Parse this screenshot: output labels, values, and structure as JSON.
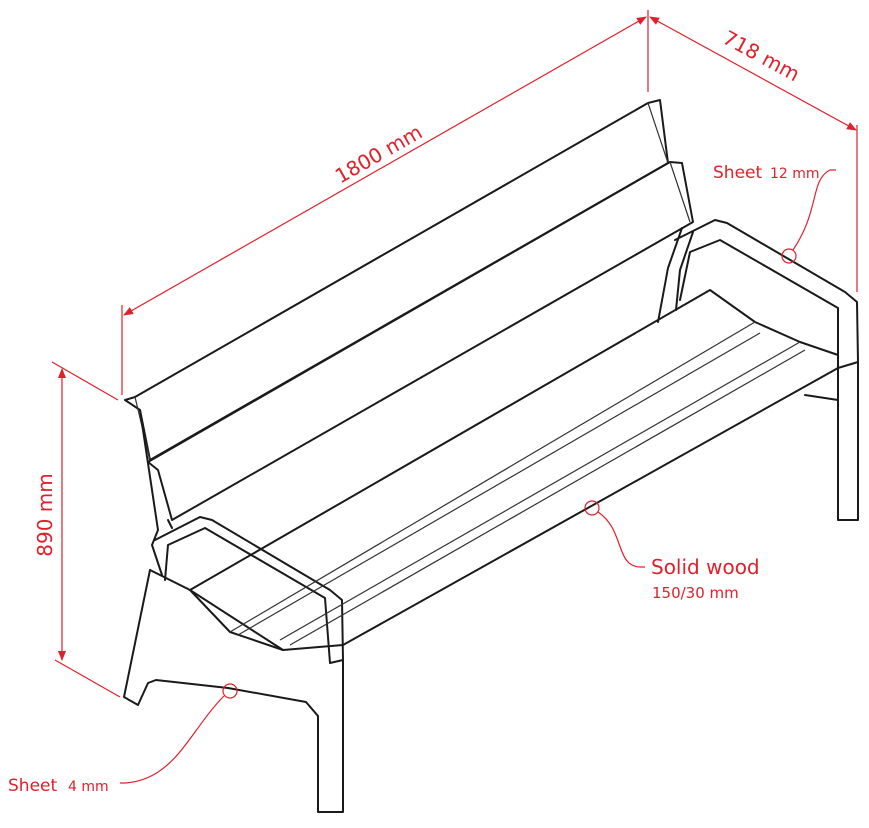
{
  "title": "Bench dimension drawing",
  "colors": {
    "annotation": "#e0202a",
    "outline": "#1a1a1a"
  },
  "dimensions": {
    "length": "1800 mm",
    "depth": "718 mm",
    "height": "890 mm"
  },
  "callouts": {
    "armrest": {
      "label": "Sheet",
      "value": "12 mm"
    },
    "seat": {
      "label": "Solid wood",
      "value": "150/30 mm"
    },
    "side": {
      "label": "Sheet",
      "value": "4 mm"
    }
  }
}
